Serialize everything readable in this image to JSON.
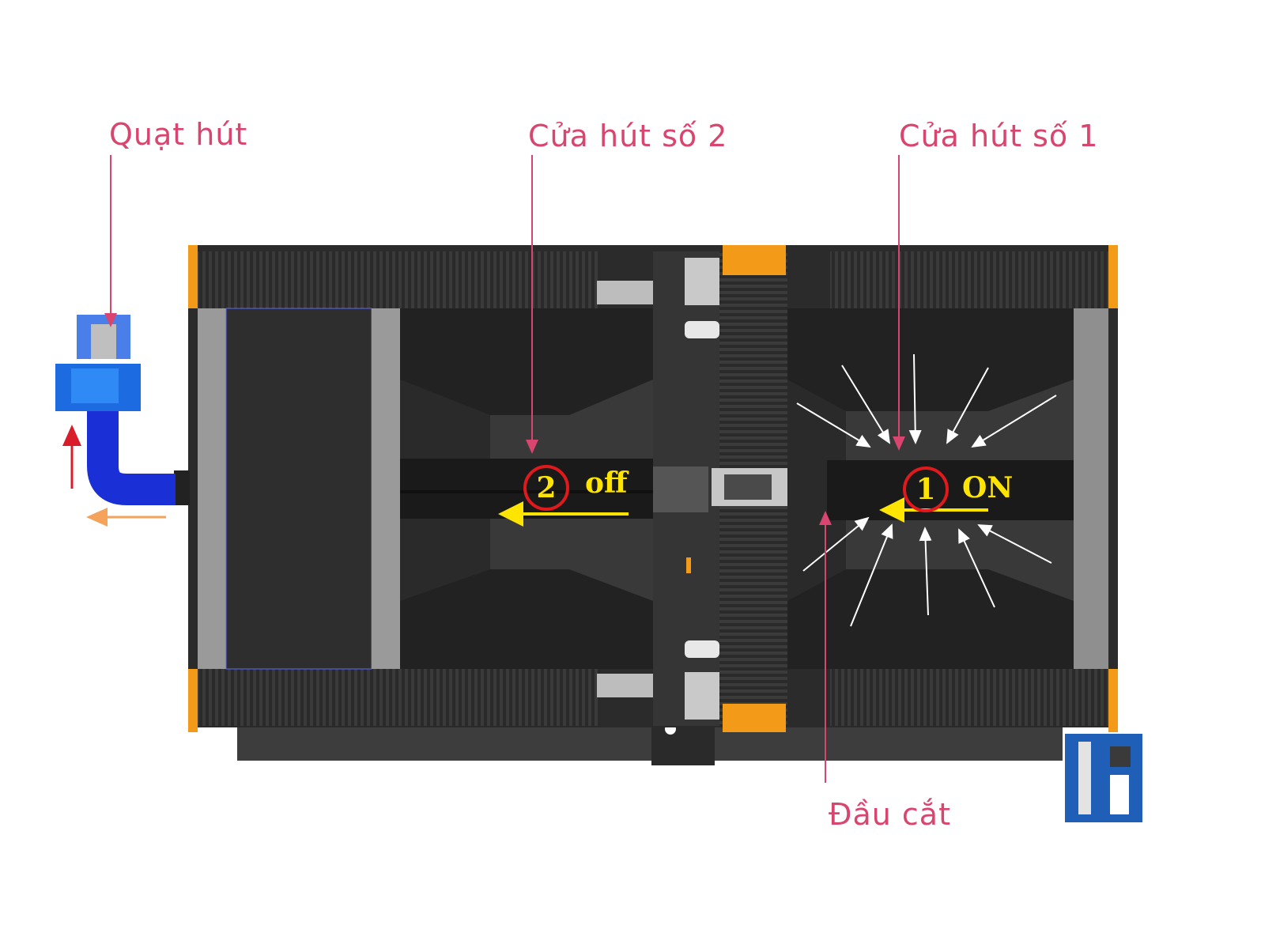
{
  "colors": {
    "callout": "#d8456e",
    "frame": "#2b2b2b",
    "rail": "#3a3a3a",
    "orange": "#f39a18",
    "fan_blue": "#1c6be0",
    "status_yellow": "#ffe400",
    "status_ring": "#e0191c"
  },
  "callouts": {
    "fan": "Quạt hút",
    "suction_port_2": "Cửa hút số 2",
    "suction_port_1": "Cửa hút số 1",
    "cutting_head": "Đầu cắt"
  },
  "zones": [
    {
      "number": "2",
      "state": "off"
    },
    {
      "number": "1",
      "state": "ON"
    }
  ],
  "icons": [
    "suction-fan-icon",
    "control-cabinet-icon",
    "airflow-arrow-icon"
  ]
}
